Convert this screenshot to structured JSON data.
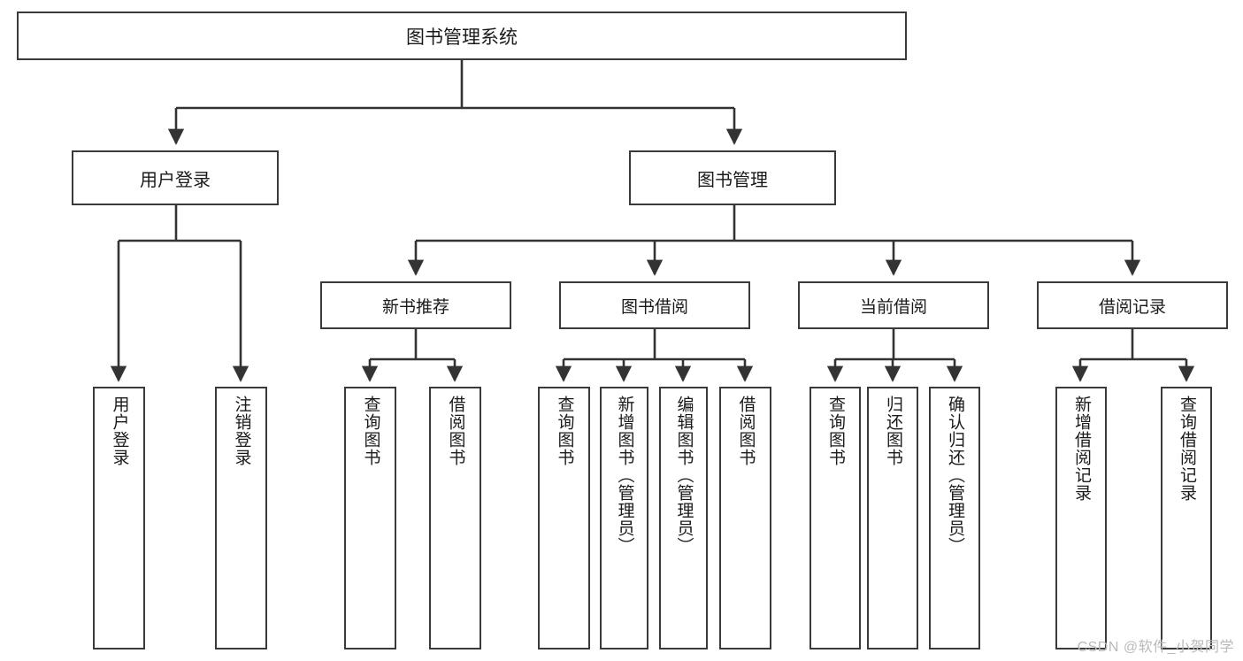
{
  "diagram": {
    "type": "tree",
    "title": "图书管理系统",
    "orientation": "top-down",
    "colors": {
      "box_border": "#3a3a3a",
      "box_fill": "#ffffff",
      "connector": "#333333",
      "text": "#1a1a1a",
      "watermark": "#b9b9b9",
      "background": "#ffffff"
    },
    "root": {
      "label": "图书管理系统"
    },
    "level1": [
      {
        "label": "用户登录"
      },
      {
        "label": "图书管理"
      }
    ],
    "level2": [
      {
        "label": "新书推荐"
      },
      {
        "label": "图书借阅"
      },
      {
        "label": "当前借阅"
      },
      {
        "label": "借阅记录"
      }
    ],
    "leaves": {
      "user_login": [
        {
          "label": "用户登录"
        },
        {
          "label": "注销登录"
        }
      ],
      "new_book_recommend": [
        {
          "label": "查询图书"
        },
        {
          "label": "借阅图书"
        }
      ],
      "book_borrow": [
        {
          "label": "查询图书"
        },
        {
          "label": "新增图书（管理员）"
        },
        {
          "label": "编辑图书（管理员）"
        },
        {
          "label": "借阅图书"
        }
      ],
      "current_borrow": [
        {
          "label": "查询图书"
        },
        {
          "label": "归还图书"
        },
        {
          "label": "确认归还（管理员）"
        }
      ],
      "borrow_record": [
        {
          "label": "新增借阅记录"
        },
        {
          "label": "查询借阅记录"
        }
      ]
    }
  },
  "watermark": {
    "text": "CSDN @软件_小贺同学"
  }
}
